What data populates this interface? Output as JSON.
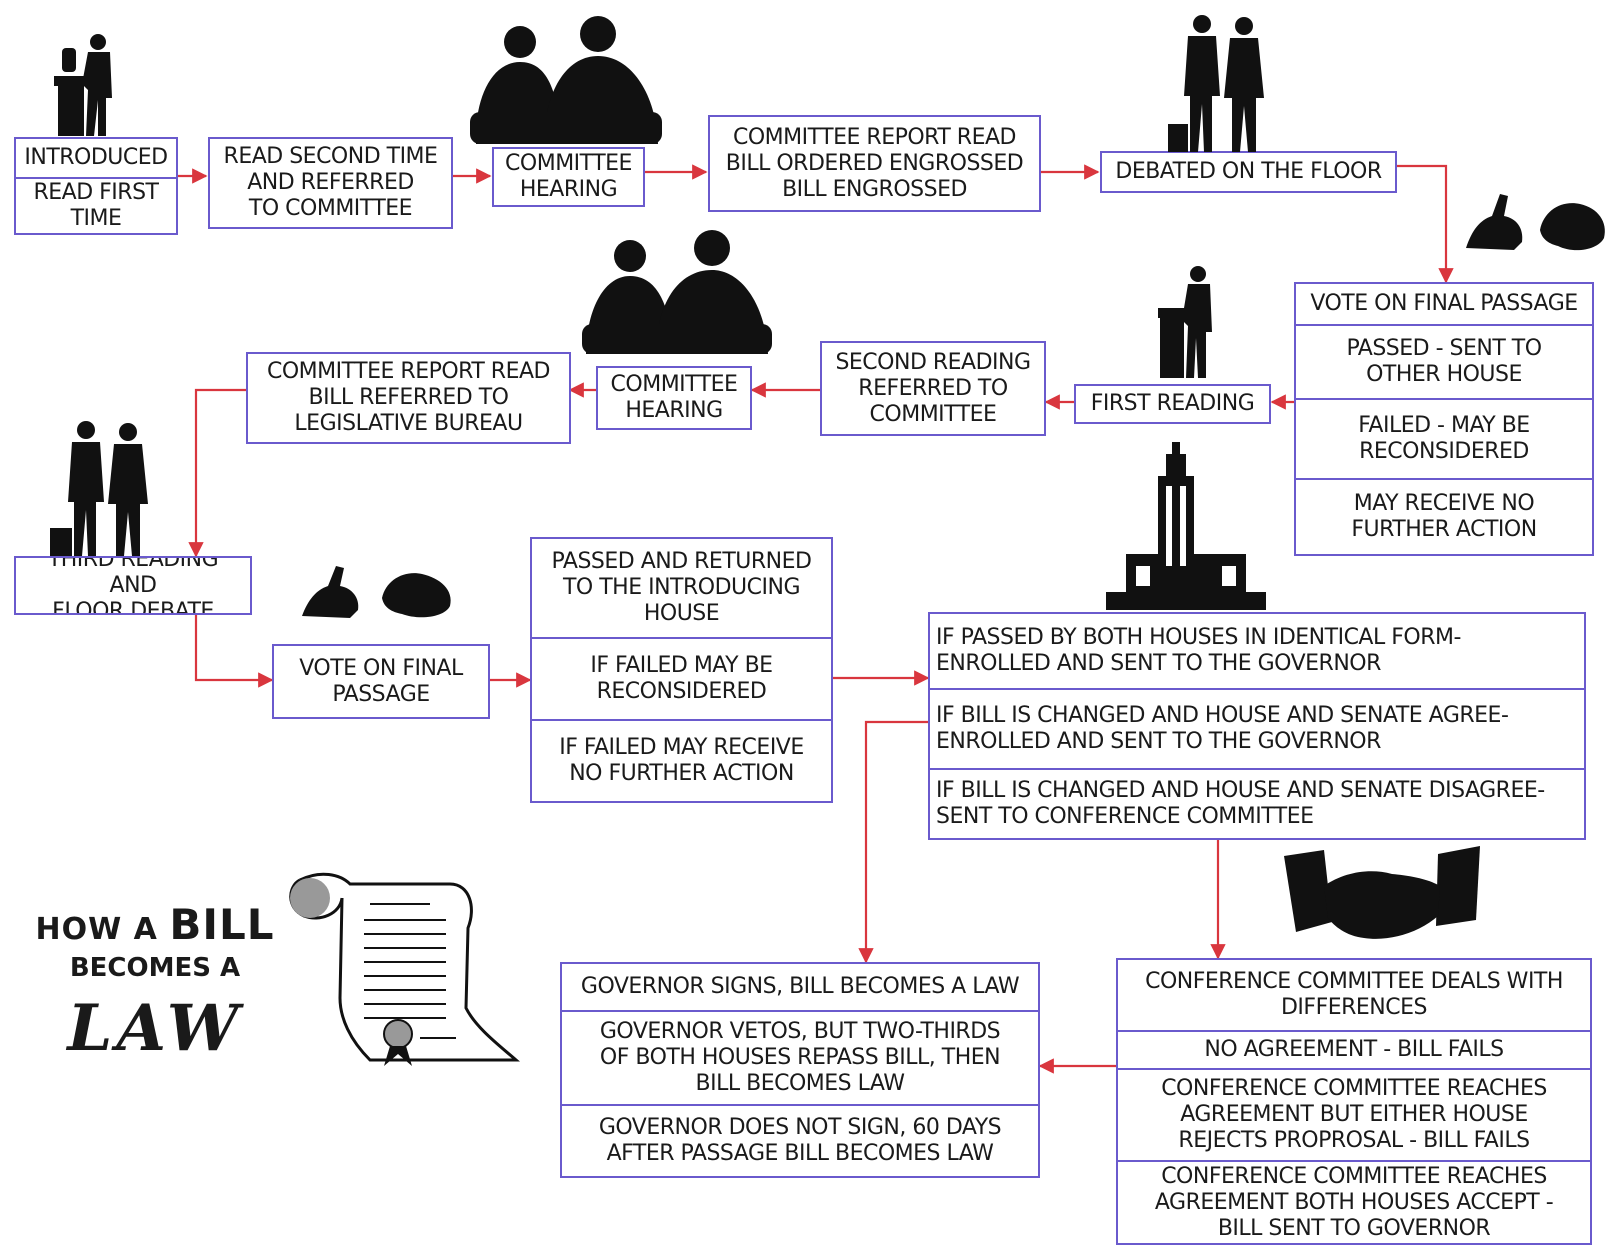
{
  "title": {
    "line1_prefix": "HOW A",
    "line1_emphasis": "BILL",
    "line2": "BECOMES A",
    "line3": "LAW"
  },
  "colors": {
    "box_border": "#6a5acd",
    "arrow": "#d9363e",
    "silhouette": "#111111"
  },
  "boxes": {
    "introduced": {
      "cells": [
        "INTRODUCED",
        "READ FIRST\nTIME"
      ]
    },
    "read_second_time": {
      "cells": [
        "READ SECOND TIME\nAND REFERRED\nTO COMMITTEE"
      ]
    },
    "committee_hearing_1": {
      "cells": [
        "COMMITTEE\nHEARING"
      ]
    },
    "committee_report_1": {
      "cells": [
        "COMMITTEE REPORT READ\nBILL ORDERED ENGROSSED\nBILL ENGROSSED"
      ]
    },
    "debated_on_floor": {
      "cells": [
        "DEBATED ON THE FLOOR"
      ]
    },
    "vote_final_passage_1": {
      "cells": [
        "VOTE ON FINAL PASSAGE",
        "PASSED - SENT TO\nOTHER HOUSE",
        "FAILED - MAY BE\nRECONSIDERED",
        "MAY RECEIVE NO\nFURTHER ACTION"
      ]
    },
    "first_reading": {
      "cells": [
        "FIRST READING"
      ]
    },
    "second_reading": {
      "cells": [
        "SECOND READING\nREFERRED TO\nCOMMITTEE"
      ]
    },
    "committee_hearing_2": {
      "cells": [
        "COMMITTEE\nHEARING"
      ]
    },
    "committee_report_2": {
      "cells": [
        "COMMITTEE REPORT READ\nBILL REFERRED TO\nLEGISLATIVE BUREAU"
      ]
    },
    "third_reading": {
      "cells": [
        "THIRD READING AND\nFLOOR DEBATE"
      ]
    },
    "vote_final_passage_2": {
      "cells": [
        "VOTE ON FINAL\nPASSAGE"
      ]
    },
    "passed_returned": {
      "cells": [
        "PASSED AND RETURNED\nTO THE INTRODUCING\nHOUSE",
        "IF FAILED MAY BE\nRECONSIDERED",
        "IF FAILED MAY RECEIVE\nNO FURTHER ACTION"
      ]
    },
    "identical_form": {
      "cells": [
        "IF PASSED BY BOTH HOUSES IN IDENTICAL FORM-\nENROLLED AND SENT TO THE GOVERNOR",
        "IF BILL IS CHANGED AND HOUSE AND SENATE AGREE-\nENROLLED AND SENT TO THE GOVERNOR",
        "IF BILL IS CHANGED AND HOUSE AND SENATE DISAGREE-\nSENT TO CONFERENCE COMMITTEE"
      ]
    },
    "governor": {
      "cells": [
        "GOVERNOR SIGNS, BILL BECOMES A LAW",
        "GOVERNOR VETOS, BUT TWO-THIRDS\nOF BOTH HOUSES REPASS BILL, THEN\nBILL BECOMES LAW",
        "GOVERNOR DOES NOT SIGN, 60 DAYS\nAFTER PASSAGE BILL BECOMES LAW"
      ]
    },
    "conference": {
      "cells": [
        "CONFERENCE COMMITTEE DEALS WITH\nDIFFERENCES",
        "NO AGREEMENT - BILL FAILS",
        "CONFERENCE COMMITTEE REACHES\nAGREEMENT BUT EITHER HOUSE\nREJECTS PROPROSAL - BILL FAILS",
        "CONFERENCE COMMITTEE REACHES\nAGREEMENT BOTH HOUSES ACCEPT -\nBILL SENT TO GOVERNOR"
      ]
    }
  }
}
